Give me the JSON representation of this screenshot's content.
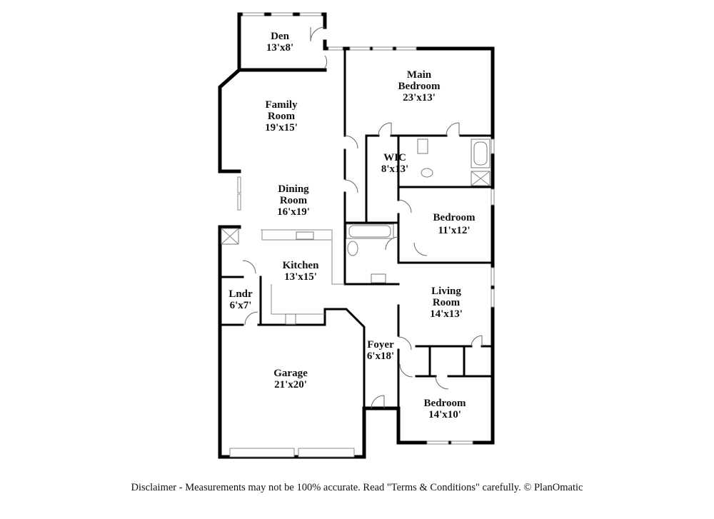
{
  "rooms": [
    {
      "id": "den",
      "name": "Den",
      "size": "13'x8'"
    },
    {
      "id": "main-bedroom",
      "name": "Main Bedroom",
      "line1": "Main",
      "line2": "Bedroom",
      "size": "23'x13'"
    },
    {
      "id": "family-room",
      "name": "Family Room",
      "line1": "Family",
      "line2": "Room",
      "size": "19'x15'"
    },
    {
      "id": "wic",
      "name": "WIC",
      "size": "8'x13'"
    },
    {
      "id": "dining-room",
      "name": "Dining Room",
      "line1": "Dining",
      "line2": "Room",
      "size": "16'x19'"
    },
    {
      "id": "bedroom-2",
      "name": "Bedroom",
      "size": "11'x12'"
    },
    {
      "id": "kitchen",
      "name": "Kitchen",
      "size": "13'x15'"
    },
    {
      "id": "living-room",
      "name": "Living Room",
      "line1": "Living",
      "line2": "Room",
      "size": "14'x13'"
    },
    {
      "id": "laundry",
      "name": "Lndr",
      "size": "6'x7'"
    },
    {
      "id": "foyer",
      "name": "Foyer",
      "size": "6'x18'"
    },
    {
      "id": "garage",
      "name": "Garage",
      "size": "21'x20'"
    },
    {
      "id": "bedroom-3",
      "name": "Bedroom",
      "size": "14'x10'"
    }
  ],
  "disclaimer": "Disclaimer - Measurements may not be 100% accurate. Read \"Terms & Conditions\" carefully. © PlanOmatic"
}
